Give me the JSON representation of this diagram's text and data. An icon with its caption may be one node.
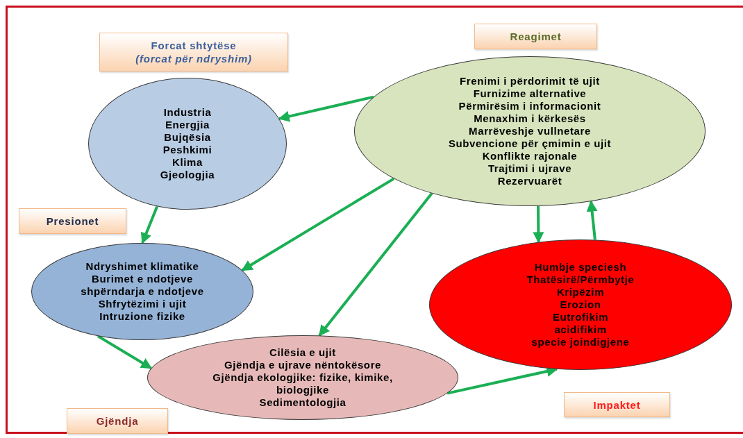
{
  "diagram": {
    "nodes": [
      {
        "text": [
          "Forcat shtytëse",
          "(forcat për ndryshim)"
        ]
      },
      {
        "text": [
          "Reagimet"
        ]
      },
      {
        "text": [
          "Industria",
          "Energjia",
          "Bujqësia",
          "Peshkimi",
          "Klima",
          "Gjeologjia"
        ]
      },
      {
        "text": [
          "Frenimi i përdorimit të ujit",
          "Furnizime alternative",
          "Përmirësim i informacionit",
          "Menaxhim i kërkesës",
          "Marrëveshje vullnetare",
          "Subvencione për çmimin e ujit",
          "Konflikte rajonale",
          "Trajtimi i ujrave",
          "Rezervuarët"
        ]
      },
      {
        "text": [
          "Presionet"
        ]
      },
      {
        "text": [
          "Ndryshimet klimatike",
          "Burimet e ndotjeve",
          "shpërndarja e ndotjeve",
          "Shfrytëzimi i ujit",
          "Intruzione fizike"
        ]
      },
      {
        "text": [
          "Cilësia e ujit",
          "Gjëndja e ujrave nëntokësore",
          "Gjëndja ekologjike: fizike, kimike, biologjike",
          "Sedimentologjia"
        ]
      },
      {
        "text": [
          "Humbje speciesh",
          "Thatësirë/Përmbytje",
          "Kripëzim",
          "Erozion",
          "Eutrofikim",
          "acidifikim",
          "specie joindigjene"
        ]
      },
      {
        "text": [
          "Gjëndja"
        ]
      },
      {
        "text": [
          "Impaktet"
        ]
      }
    ],
    "edges": [
      {
        "from": 3,
        "to": 2,
        "arrow": "to"
      },
      {
        "from": 2,
        "to": 5,
        "arrow": "to"
      },
      {
        "from": 3,
        "to": 5,
        "arrow": "to"
      },
      {
        "from": 3,
        "to": 6,
        "arrow": "to"
      },
      {
        "from": 5,
        "to": 6,
        "arrow": "to"
      },
      {
        "from": 6,
        "to": 7,
        "arrow": "to"
      },
      {
        "from": 3,
        "to": 7,
        "arrow": "to"
      },
      {
        "from": 7,
        "to": 3,
        "arrow": "to"
      }
    ]
  }
}
